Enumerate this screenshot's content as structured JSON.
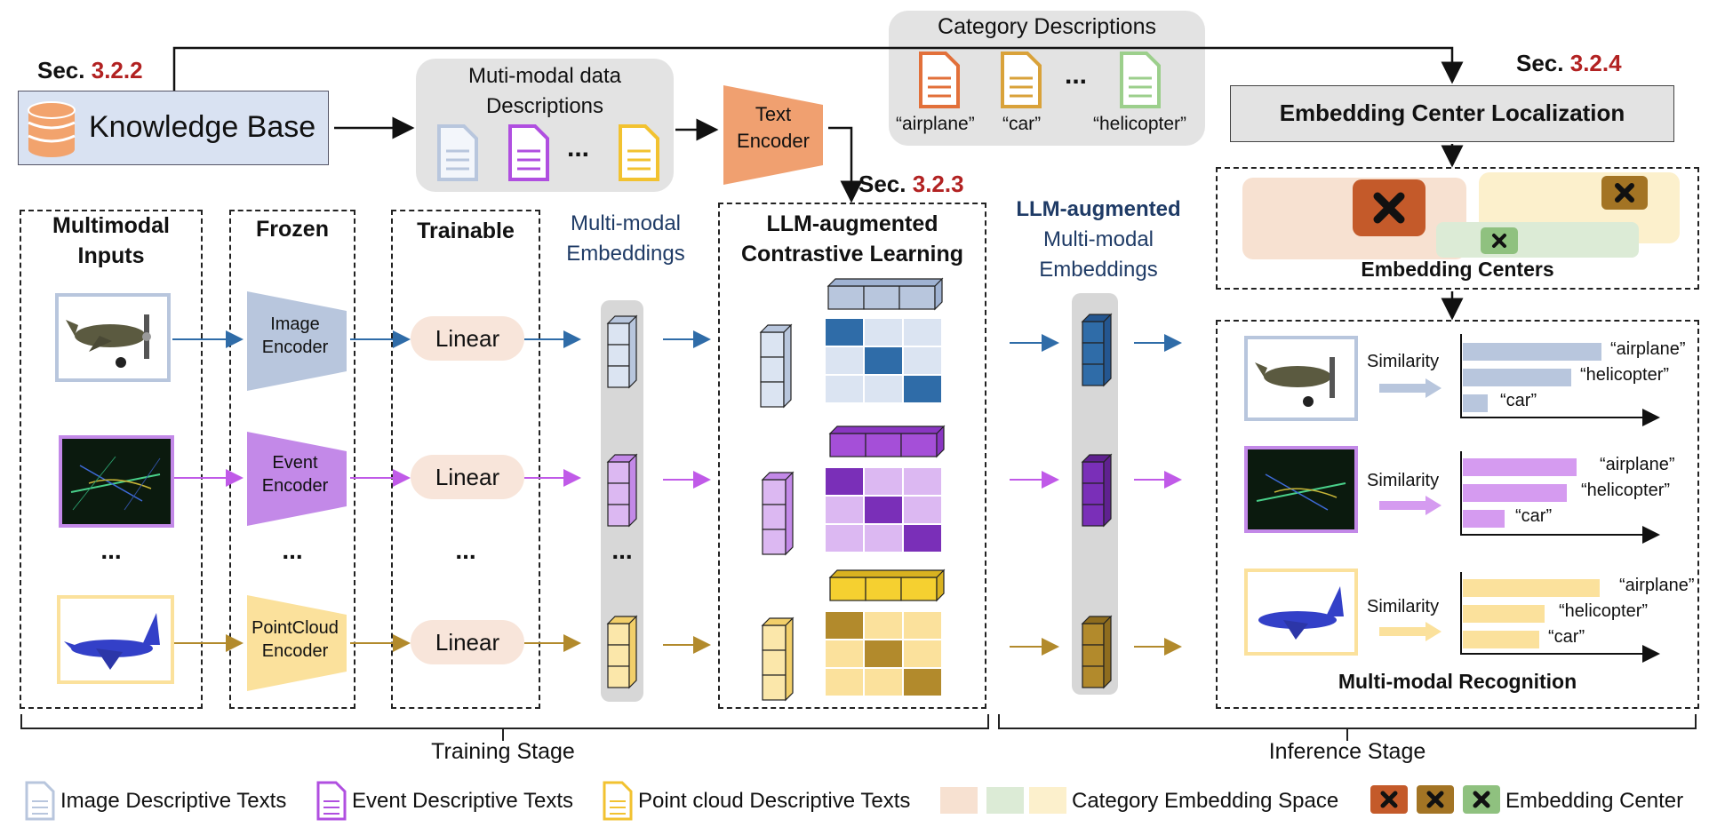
{
  "sections": {
    "s322_prefix": "Sec.",
    "s322_num": "3.2.2",
    "s323_prefix": "Sec.",
    "s323_num": "3.2.3",
    "s324_prefix": "Sec.",
    "s324_num": "3.2.4"
  },
  "knowledge_base": "Knowledge Base",
  "descriptions": {
    "line1": "Muti-modal data",
    "line2": "Descriptions",
    "ellipsis": "..."
  },
  "text_encoder": {
    "line1": "Text",
    "line2": "Encoder"
  },
  "categories": {
    "title": "Category Descriptions",
    "ellipsis": "...",
    "items": [
      "“airplane”",
      "“car”",
      "“helicopter”"
    ]
  },
  "ecl": "Embedding Center Localization",
  "embedding_centers": "Embedding Centers",
  "columns": {
    "inputs1": "Multimodal",
    "inputs2": "Inputs",
    "frozen": "Frozen",
    "trainable": "Trainable",
    "emb1": "Multi-modal",
    "emb2": "Embeddings",
    "llm1": "LLM-augmented",
    "llm2": "Contrastive Learning",
    "aug1": "LLM-augmented",
    "aug2": "Multi-modal",
    "aug3": "Embeddings"
  },
  "encoders": {
    "image": {
      "l1": "Image",
      "l2": "Encoder"
    },
    "event": {
      "l1": "Event",
      "l2": "Encoder"
    },
    "point": {
      "l1": "PointCloud",
      "l2": "Encoder"
    }
  },
  "linear": "Linear",
  "ellipsis": "...",
  "recognition": {
    "title": "Multi-modal Recognition",
    "similarity": "Similarity",
    "rows": [
      {
        "labels": [
          "“airplane”",
          "“helicopter”",
          "“car”"
        ],
        "values": [
          1.0,
          0.78,
          0.18
        ]
      },
      {
        "labels": [
          "“airplane”",
          "“helicopter”",
          "“car”"
        ],
        "values": [
          0.82,
          0.75,
          0.3
        ]
      },
      {
        "labels": [
          "“airplane”",
          "“helicopter”",
          "“car”"
        ],
        "values": [
          0.99,
          0.59,
          0.55
        ]
      }
    ]
  },
  "stages": {
    "training": "Training Stage",
    "inference": "Inference Stage"
  },
  "legend": {
    "image": "Image Descriptive Texts",
    "event": "Event Descriptive Texts",
    "point": "Point cloud Descriptive Texts",
    "space": "Category Embedding Space",
    "center": "Embedding Center"
  },
  "colors": {
    "image": "#b8c6dd",
    "image_dark": "#2f6ca8",
    "event": "#c389e8",
    "event_dark": "#7a2fb8",
    "point": "#fbe19c",
    "point_dark": "#b28a2c",
    "orange": "#f0a070",
    "doc_orange": "#e2703a",
    "doc_gold": "#d9a23a",
    "doc_green": "#9ccf8c"
  }
}
